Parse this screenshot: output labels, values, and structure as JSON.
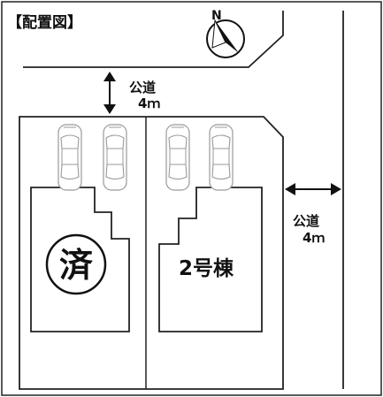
{
  "title": "【配置図】",
  "north": {
    "label": "N",
    "icon": "north-arrow-icon"
  },
  "road_top": {
    "line1": "公道",
    "line2": "4ｍ"
  },
  "road_right": {
    "line1": "公道",
    "line2": "4ｍ"
  },
  "lot_left": {
    "stamp": "済"
  },
  "lot_right": {
    "label": "2号棟"
  },
  "cars": [
    "car-icon",
    "car-icon",
    "car-icon",
    "car-icon"
  ]
}
